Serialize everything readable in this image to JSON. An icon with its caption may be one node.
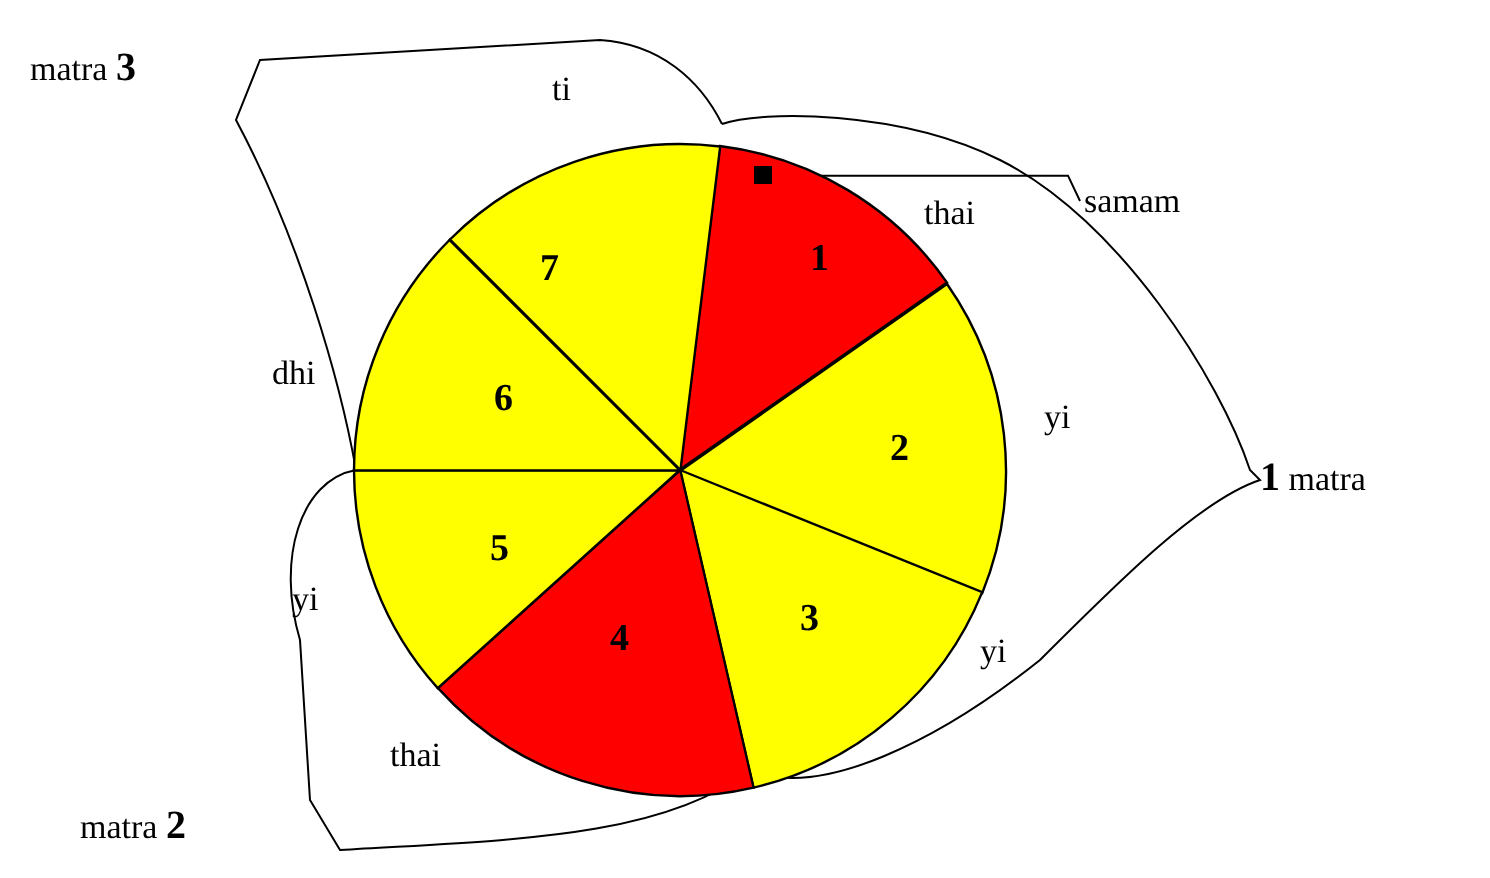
{
  "diagram": {
    "nodes": [
      {
        "text": [
          "1"
        ]
      },
      {
        "text": [
          "2"
        ]
      },
      {
        "text": [
          "3"
        ]
      },
      {
        "text": [
          "4"
        ]
      },
      {
        "text": [
          "5"
        ]
      },
      {
        "text": [
          "6"
        ]
      },
      {
        "text": [
          "7"
        ]
      },
      {
        "text": [
          "samam"
        ]
      },
      {
        "text": [],
        "shape": "box",
        "in": 0
      }
    ],
    "edges": [
      {
        "from": 7,
        "to": 8,
        "arrow": "none"
      }
    ],
    "labels": [
      "matra **3**",
      "ti",
      "thai",
      "yi",
      "**1** matra",
      "yi",
      "dhi",
      "yi",
      "thai",
      "matra **2**"
    ]
  }
}
